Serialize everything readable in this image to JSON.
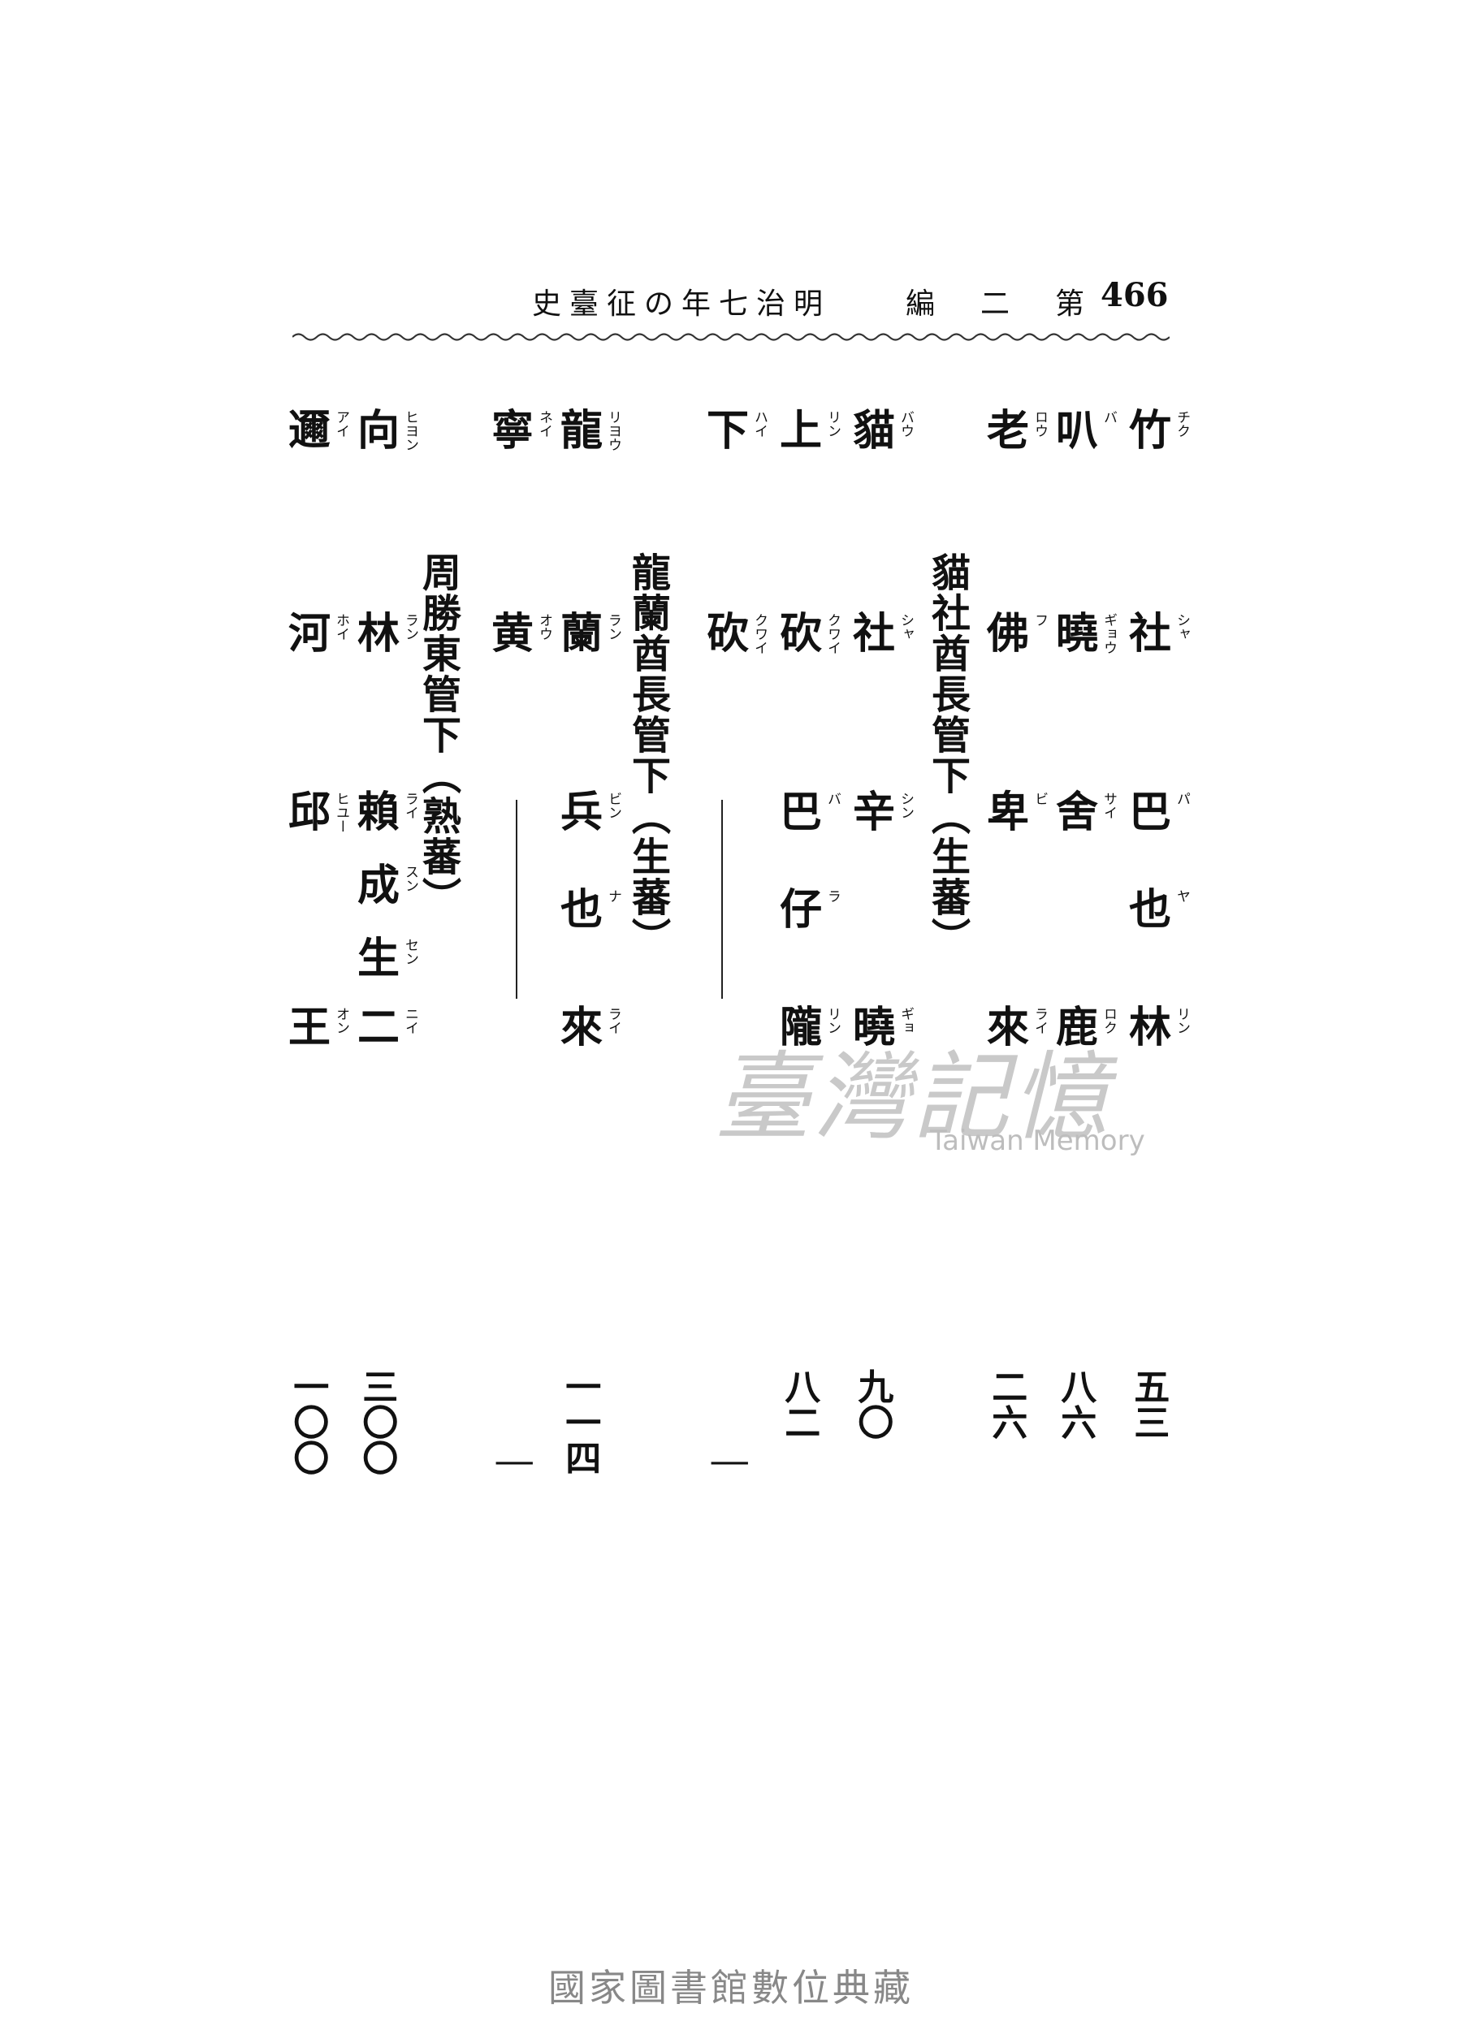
{
  "header": {
    "title": "史臺征の年七治明　　編　二　第",
    "page_number": "466"
  },
  "columns": [
    {
      "top": "竹",
      "top_r": "チク",
      "mid": "社",
      "mid_r": "シャ",
      "bot": [
        "巴",
        "也",
        "林"
      ],
      "bot_r": [
        "パ",
        "ヤ",
        "リン"
      ],
      "num": "五三"
    },
    {
      "top": "叭",
      "top_r": "バ",
      "mid": "曉",
      "mid_r": "ギョウ",
      "bot": [
        "舍",
        "",
        "鹿"
      ],
      "bot_r": [
        "サイ",
        "",
        "ロク"
      ],
      "num": "八六"
    },
    {
      "top": "老",
      "top_r": "ロウ",
      "mid": "佛",
      "mid_r": "フ",
      "bot": [
        "卑",
        "",
        "來"
      ],
      "bot_r": [
        "ビ",
        "",
        "ライ"
      ],
      "num": "二六"
    },
    {
      "top": "貓",
      "top_r": "バウ",
      "mid": "社",
      "mid_r": "シャ",
      "bot": [
        "辛",
        "",
        "曉"
      ],
      "bot_r": [
        "シン",
        "",
        "ギョ"
      ],
      "num": "九〇"
    },
    {
      "top": "上",
      "top_r": "リン",
      "mid": "砍",
      "mid_r": "クワイ",
      "bot": [
        "巴",
        "仔",
        "隴"
      ],
      "bot_r": [
        "バ",
        "ラ",
        "リン"
      ],
      "num": "八二"
    },
    {
      "top": "下",
      "top_r": "ハイ",
      "mid": "砍",
      "mid_r": "クワイ",
      "bot": [
        "",
        "",
        ""
      ],
      "bot_r": [
        "",
        "",
        ""
      ],
      "num": "｜"
    },
    {
      "top": "龍",
      "top_r": "リヨウ",
      "mid": "蘭",
      "mid_r": "ラン",
      "bot": [
        "兵",
        "也",
        "來"
      ],
      "bot_r": [
        "ビン",
        "ナ",
        "ライ"
      ],
      "num": "一一四"
    },
    {
      "top": "寧",
      "top_r": "ネイ",
      "mid": "黄",
      "mid_r": "オウ",
      "bot": [
        "",
        "",
        ""
      ],
      "bot_r": [
        "",
        "",
        ""
      ],
      "num": "｜"
    },
    {
      "top": "向",
      "top_r": "ヒヨン",
      "mid": "林",
      "mid_r": "ラン",
      "bot": [
        "賴",
        "成",
        "生",
        "二"
      ],
      "bot_r": [
        "ライ",
        "スン",
        "セン",
        "ニイ"
      ],
      "num": "三〇〇"
    },
    {
      "top": "邇",
      "top_r": "アイ",
      "mid": "河",
      "mid_r": "ホイ",
      "bot": [
        "邱",
        "",
        "王"
      ],
      "bot_r": [
        "ヒユー",
        "",
        "オン"
      ],
      "num": "一〇〇"
    }
  ],
  "group_headings": {
    "g1": "貓社酋長管下（生蕃）",
    "g2": "龍蘭酋長管下（生蕃）",
    "g3": "周勝東管下（熟蕃）"
  },
  "watermark": {
    "chinese": "臺灣記憶",
    "english": "Taiwan Memory"
  },
  "footer": "國家圖書館數位典藏"
}
